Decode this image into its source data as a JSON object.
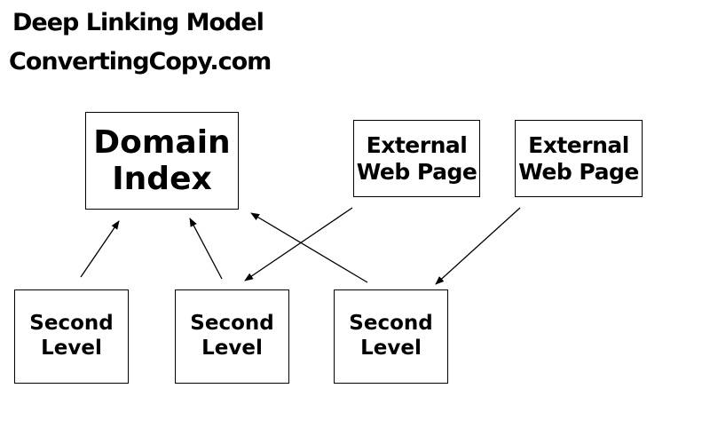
{
  "title": {
    "line1": "Deep Linking Model",
    "line2": "ConvertingCopy.com"
  },
  "nodes": {
    "domain": {
      "line1": "Domain",
      "line2": "Index"
    },
    "external1": {
      "line1": "External",
      "line2": "Web Page"
    },
    "external2": {
      "line1": "External",
      "line2": "Web Page"
    },
    "second1": {
      "line1": "Second",
      "line2": "Level"
    },
    "second2": {
      "line1": "Second",
      "line2": "Level"
    },
    "second3": {
      "line1": "Second",
      "line2": "Level"
    }
  },
  "edges": [
    {
      "from": "second1",
      "to": "domain"
    },
    {
      "from": "second2",
      "to": "domain"
    },
    {
      "from": "second3",
      "to": "domain"
    },
    {
      "from": "external1",
      "to": "second2"
    },
    {
      "from": "external2",
      "to": "second3"
    }
  ],
  "colors": {
    "line": "#000000",
    "background": "#ffffff"
  }
}
